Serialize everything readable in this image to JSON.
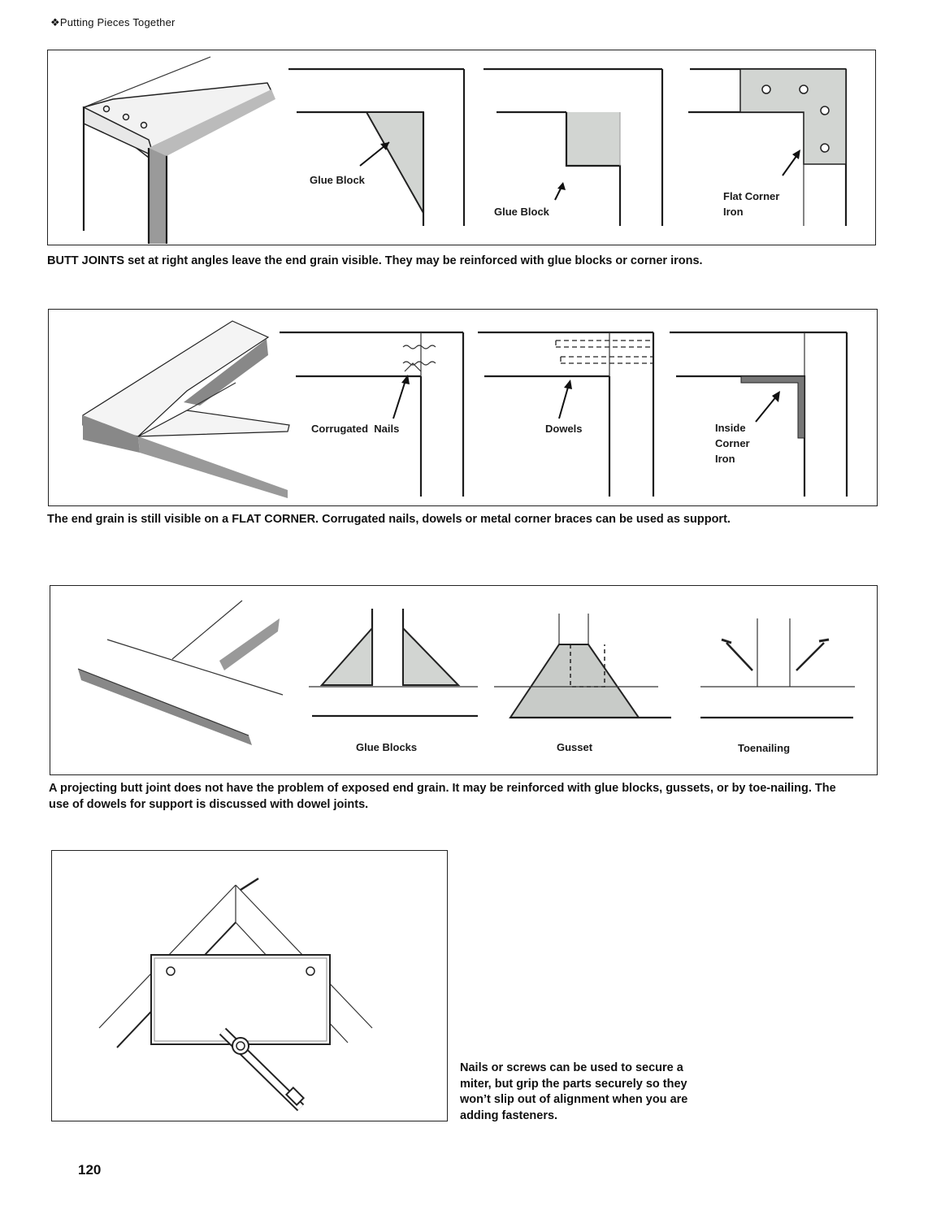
{
  "header": {
    "running_head": "❖Putting Pieces Together"
  },
  "figure1": {
    "labels": {
      "glue_block_1": "Glue Block",
      "glue_block_2": "Glue Block",
      "flat_corner_iron": "Flat Corner\nIron"
    },
    "caption": "BUTT JOINTS set at right angles leave the end grain visible. They may be reinforced with glue blocks or corner irons."
  },
  "figure2": {
    "labels": {
      "corrugated_nails": "Corrugated  Nails",
      "dowels": "Dowels",
      "inside_corner_iron": "Inside\nCorner\nIron"
    },
    "caption": "The end grain is still visible on a FLAT CORNER. Corrugated nails, dowels or metal corner braces can be used as support."
  },
  "figure3": {
    "labels": {
      "glue_blocks": "Glue Blocks",
      "gusset": "Gusset",
      "toenailing": "Toenailing"
    },
    "caption": "A projecting butt joint does not have the problem of exposed end grain. It may be reinforced with glue blocks, gussets, or by toe-nailing. The use of dowels for support is discussed with dowel joints."
  },
  "figure4": {
    "caption": "Nails or screws can be used to secure a miter, but grip the parts securely so they won’t slip out of alignment when you are adding fasteners."
  },
  "footer": {
    "page_number": "120"
  }
}
